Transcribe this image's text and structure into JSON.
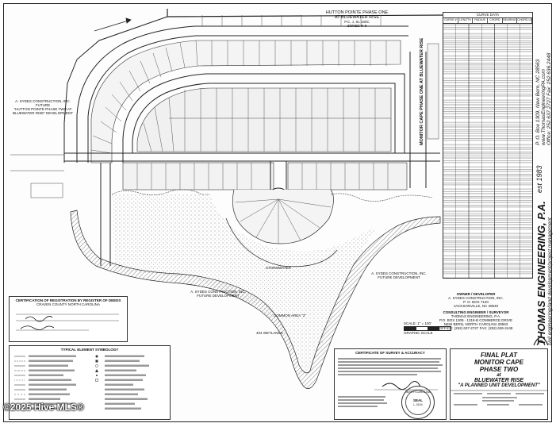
{
  "project": {
    "adjacent_phase_line1": "HUTTON POINTE PHASE ONE",
    "adjacent_phase_line2": "AT BLUEWATER RISE",
    "adjacent_phase_line3": "P.C. J, SL 100C",
    "adjacent_phase_line4": "ZONED R-8",
    "street_label": "MONITOR CAPE PHASE ONE AT BLUEWATER RISE",
    "future_line1": "A. SYDES CONSTRUCTION, INC.",
    "future_line2": "FUTURE",
    "future_line3": "\"HUTTON POINTE PHASE TWO AT",
    "future_line4": "BLUEWATER RISE\" DEVELOPMENT",
    "future_dev_line1": "A. SYDES CONSTRUCTION, INC.",
    "future_dev_line2": "FUTURE DEVELOPMENT",
    "future_dev2_line1": "A. SYDES CONSTRUCTION, INC.",
    "future_dev2_line2": "FUTURE DEVELOPMENT",
    "stormwater": "STORMWATER",
    "common_area": "COMMON AREA \"2\"",
    "wetlands": "404 WETLANDS"
  },
  "owner": {
    "title": "OWNER / DEVELOPER",
    "line1": "A. SYDES CONSTRUCTION, INC.",
    "line2": "P. O. BOX 7120",
    "line3": "JACKSONVILLE, NC 28540",
    "engineer_title": "CONSULTING ENGINEER / SURVEYOR",
    "engineer_line1": "THOMAS ENGINEERING, P.A.",
    "engineer_line2": "P.O. BOX 1309 - 1319-B COMMERCE DRIVE",
    "engineer_line3": "NEW BERN, NORTH CAROLINA 28563",
    "engineer_line4": "OFFICE: (252) 637-2727  FAX: (252) 636-2448"
  },
  "scale": {
    "label": "SCALE: 1\" = 100'",
    "sub": "GRAPHIC SCALE"
  },
  "boxes": {
    "registration_title": "CERTIFICATION OF REGISTRATION BY REGISTER OF DEEDS",
    "registration_sub": "CRAVEN COUNTY          NORTH CAROLINA",
    "symbology_title": "TYPICAL ELEMENT SYMBOLOGY",
    "certificate_title": "CERTIFICATE OF SURVEY & ACCURACY",
    "seal_top": "NORTH CAROLINA",
    "seal_mid": "SEAL",
    "seal_num": "L-3104"
  },
  "final_plat": {
    "line1": "FINAL PLAT",
    "line2": "MONITOR CAPE",
    "line3": "PHASE TWO",
    "line4": "at",
    "line5": "BLUEWATER RISE",
    "line6": "\"A PLANNED UNIT DEVELOPMENT\""
  },
  "curve_table": {
    "title": "CURVE DATA",
    "headers": [
      "CURVE #",
      "LENGTH",
      "RADIUS",
      "CHORD",
      "BEARING",
      "CHORD LENGTH"
    ]
  },
  "brand": {
    "address": "P. O. Box 1309, New Bern, NC 28563",
    "web": "www.ThomasEngineeringPA.com",
    "phones": "Office: 252.637.2727  Fax: 252.636.2448",
    "name": "THOMAS ENGINEERING, P.A.",
    "est": "est 1983",
    "tagline": "civil engineering/land development/project management"
  },
  "watermark": "©2025 Hive MLS®"
}
